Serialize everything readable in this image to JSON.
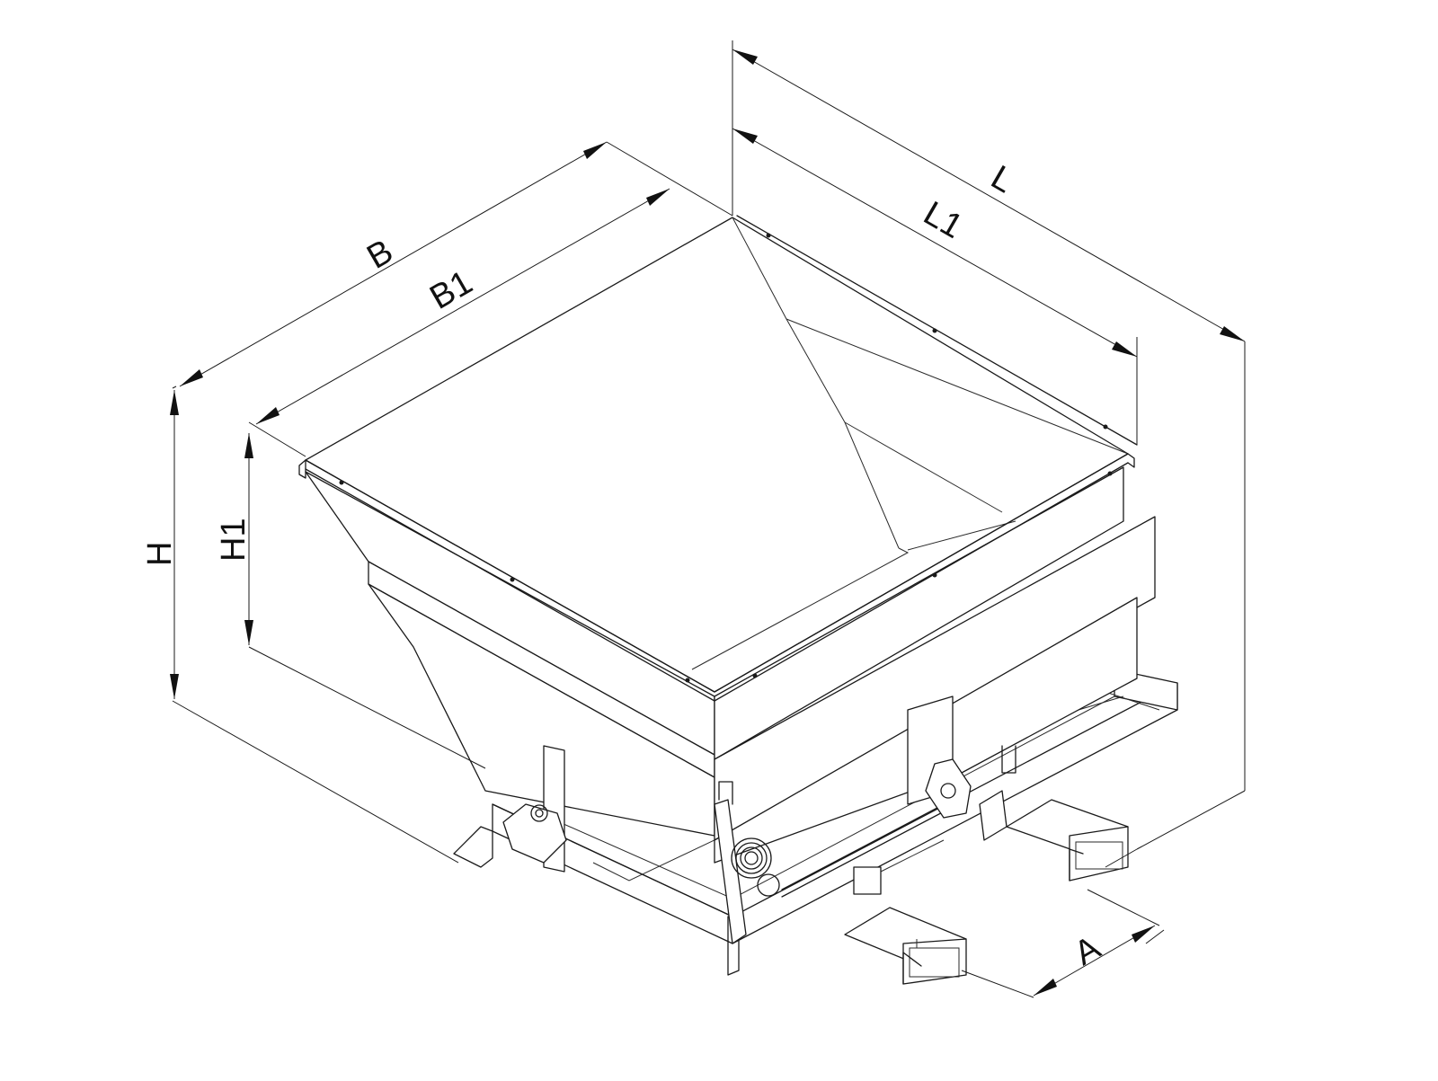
{
  "dimensions": {
    "B": "B",
    "B1": "B1",
    "L": "L",
    "L1": "L1",
    "H": "H",
    "H1": "H1",
    "A": "A"
  },
  "colors": {
    "line": "#1a1a1a",
    "background": "#ffffff"
  }
}
